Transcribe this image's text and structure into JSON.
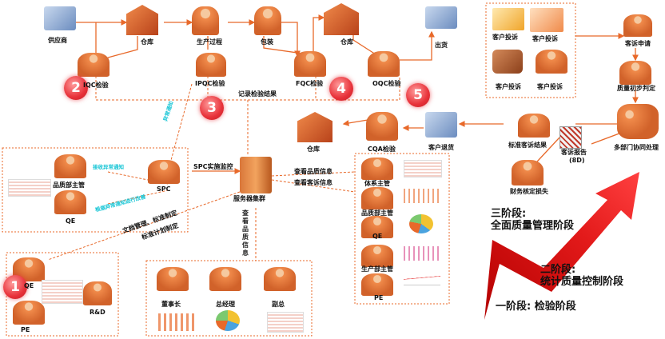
{
  "nodes": {
    "supplier": "供应商",
    "warehouse1": "仓库",
    "production": "生产过程",
    "packaging": "包装",
    "warehouse2": "仓库",
    "shipping": "出货",
    "iqc": "IQC检验",
    "ipqc": "IPQC检验",
    "fqc": "FQC检验",
    "oqc": "OQC检验",
    "record": "记录检验结果",
    "warehouse3": "仓库",
    "cqa": "CQA检验",
    "return": "客户退货",
    "standard": "标准客诉结果",
    "finance": "财务核定损失",
    "complaint_report": "客诉报告",
    "complaint_report_sub": "(8D)",
    "multi_dept": "多部门协同处理",
    "quality_judge": "质量初步判定",
    "complaint_apply": "客诉申请",
    "cust1": "客户投诉",
    "cust2": "客户投诉",
    "cust3": "客户投诉",
    "cust4": "客户投诉",
    "spc_monitor": "SPC实施监控",
    "spc": "SPC",
    "qa_mgr": "品质部主管",
    "qe": "QE",
    "abnormal": "接收异常通知",
    "ipqc_rot": "异常通知",
    "spc_rot": "根据异常通知进行改善",
    "server": "服务器集群",
    "view_quality": "查看品质信息",
    "view_complaint": "查看客诉信息",
    "doc_mgmt": "文档管理、标准制定",
    "std_plan": "标准计划制定",
    "view_vertical": "查看品质信息",
    "system_mgr": "体系主管",
    "qa_mgr2": "品质部主管",
    "qe2": "QE",
    "prod_mgr": "生产部主管",
    "pe2": "PE",
    "chairman": "董事长",
    "gm": "总经理",
    "vp": "副总",
    "qe3": "QE",
    "rd": "R&D",
    "pe3": "PE"
  },
  "circles": [
    "1",
    "2",
    "3",
    "4",
    "5"
  ],
  "stages": {
    "s3_line1": "三阶段:",
    "s3_line2": "全面质量管理阶段",
    "s2_line1": "二阶段:",
    "s2_line2": "统计质量控制阶段",
    "s1": "一阶段: 检验阶段"
  },
  "colors": {
    "flow": "#e8692a",
    "dash": "#e8692a",
    "cyan": "#19c6d6",
    "arrow_red": "#e31a1a"
  }
}
